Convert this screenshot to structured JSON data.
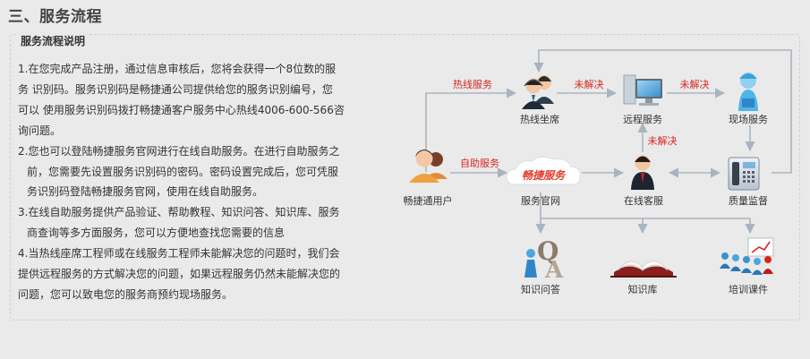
{
  "section_title": "三、服务流程",
  "panel_title": "服务流程说明",
  "description": [
    "1.在您完成产品注册，通过信息审核后，您将会获得一个8位数的服",
    "务  识别码。服务识别码是畅捷通公司提供给您的服务识别编号，您",
    "可以  使用服务识别码拨打畅捷通客户服务中心热线4006-600-566咨",
    "询问题。",
    "2.您也可以登陆畅捷服务官网进行在线自助服务。在进行自助服务之",
    "前，您需要先设置服务识别码的密码。密码设置完成后，您可凭服",
    "务识别码登陆畅捷服务官网，使用在线自助服务。",
    "3.在线自助服务提供产品验证、帮助教程、知识问答、知识库、服务",
    "商查询等多方面服务，您可以方便地查找您需要的信息",
    "4.当热线座席工程师或在线服务工程师未能解决您的问题时，我们会",
    "提供远程服务的方式解决您的问题，如果远程服务仍然未能解决您的",
    "问题，您可以致电您的服务商预约现场服务。"
  ],
  "diagram": {
    "nodes": {
      "user": "畅捷通用户",
      "hotline": "热线坐席",
      "remote": "远程服务",
      "onsite": "现场服务",
      "portal": "服务官网",
      "online": "在线客服",
      "quality": "质量监督",
      "qa": "知识问答",
      "kb": "知识库",
      "training": "培训课件"
    },
    "portal_logo": "畅捷服务",
    "edges": {
      "hotline_service": "热线服务",
      "self_service": "自助服务",
      "unresolved_1": "未解决",
      "unresolved_2": "未解决",
      "unresolved_3": "未解决"
    }
  },
  "colors": {
    "edge_label": "#d8251f",
    "arrow": "#a9b4c0",
    "brand": "#e23b2e"
  }
}
